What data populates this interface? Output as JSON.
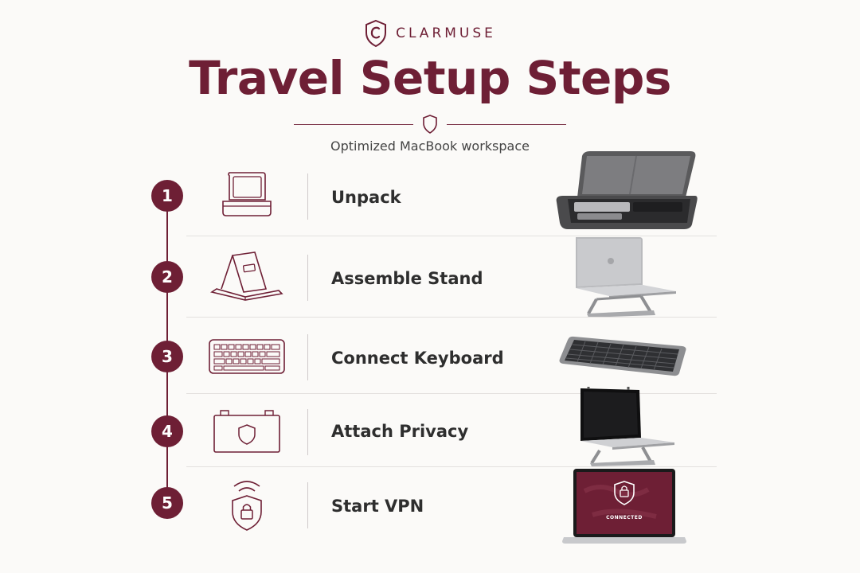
{
  "brand": {
    "name": "CLARMUSE",
    "logo_icon": "shield-c-icon"
  },
  "header": {
    "title": "Travel Setup Steps",
    "subtitle": "Optimized MacBook workspace",
    "divider_icon": "shield-icon"
  },
  "colors": {
    "accent": "#6e1f35",
    "background": "#fbfaf8",
    "text": "#2e2e2e"
  },
  "steps": [
    {
      "number": "1",
      "label": "Unpack",
      "icon": "laptop-case-icon",
      "photo": "laptop-case-photo"
    },
    {
      "number": "2",
      "label": "Assemble Stand",
      "icon": "laptop-stand-icon",
      "photo": "laptop-on-stand-photo"
    },
    {
      "number": "3",
      "label": "Connect Keyboard",
      "icon": "keyboard-icon",
      "photo": "keyboard-photo"
    },
    {
      "number": "4",
      "label": "Attach Privacy",
      "icon": "privacy-screen-icon",
      "photo": "privacy-screen-photo"
    },
    {
      "number": "5",
      "label": "Start VPN",
      "icon": "vpn-shield-lock-icon",
      "photo": "vpn-laptop-photo",
      "screen_text": "CONNECTED"
    }
  ]
}
